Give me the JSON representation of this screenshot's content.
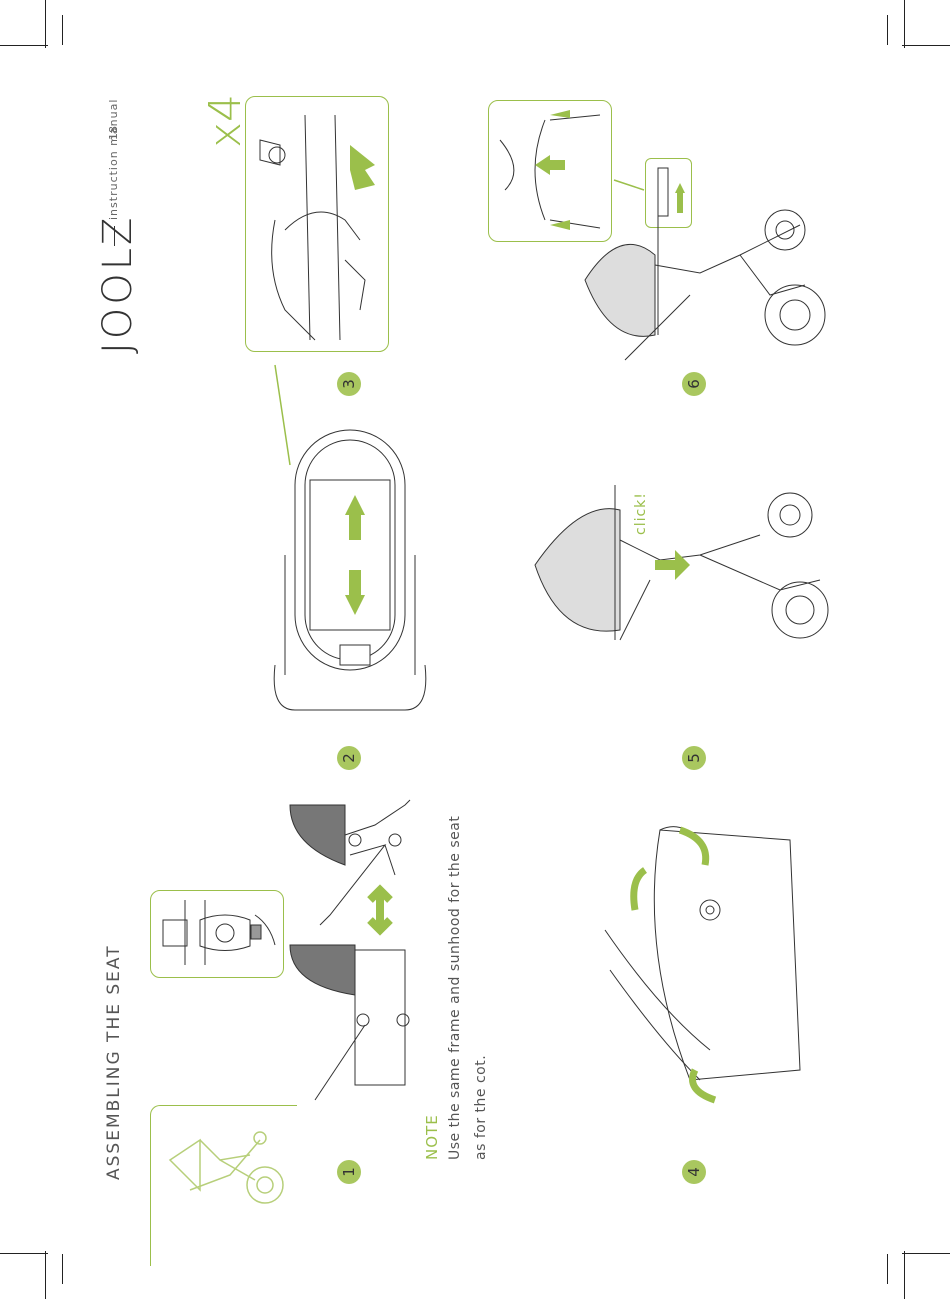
{
  "header": {
    "brand": "JOOLZ",
    "manual": "instruction manual",
    "page_number": "18"
  },
  "section_title": "ASSEMBLING THE SEAT",
  "note": {
    "label": "NOTE",
    "line1": "Use the same frame and sunhood for the seat",
    "line2": "as for the cot."
  },
  "steps": [
    "1",
    "2",
    "3",
    "4",
    "5",
    "6"
  ],
  "multiplier": "x4",
  "click_text": "click!",
  "colors": {
    "accent": "#9bbf4b",
    "step_circle": "#a9c75f",
    "line_art": "#333333"
  }
}
